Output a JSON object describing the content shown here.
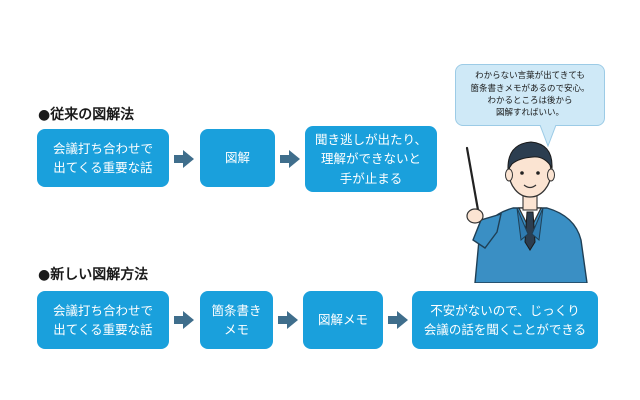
{
  "traditional": {
    "title": "●従来の図解法",
    "boxes": [
      "会議打ち合わせで\n出てくる重要な話",
      "図解",
      "聞き逃しが出たり、\n理解ができないと\n手が止まる"
    ]
  },
  "new_method": {
    "title": "●新しい図解方法",
    "boxes": [
      "会議打ち合わせで\n出てくる重要な話",
      "箇条書き\nメモ",
      "図解メモ",
      "不安がないので、じっくり\n会議の話を聞くことができる"
    ]
  },
  "speech_bubble": {
    "text": "わからない言葉が出てきても\n箇条書きメモがあるので安心。\nわかるところは後から\n図解すればいい。"
  },
  "colors": {
    "box": "#1aa0dc",
    "arrow": "#3f6e8c",
    "bubble": "#cfe9f7",
    "suit": "#3a8fc4"
  },
  "icons": {
    "arrow": "right-arrow-icon",
    "presenter": "presenter-illustration"
  }
}
